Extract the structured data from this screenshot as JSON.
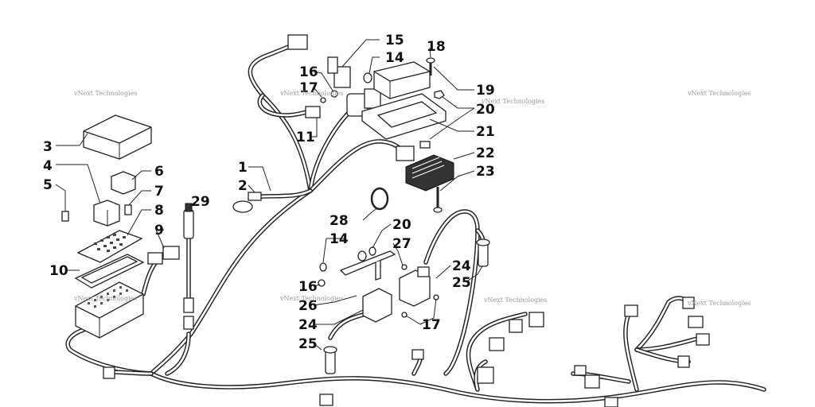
{
  "watermark": "vNext Technologies",
  "callouts": [
    {
      "id": "1",
      "text": "1"
    },
    {
      "id": "2",
      "text": "2"
    },
    {
      "id": "3",
      "text": "3"
    },
    {
      "id": "4",
      "text": "4"
    },
    {
      "id": "5",
      "text": "5"
    },
    {
      "id": "6",
      "text": "6"
    },
    {
      "id": "7",
      "text": "7"
    },
    {
      "id": "8",
      "text": "8"
    },
    {
      "id": "9",
      "text": "9"
    },
    {
      "id": "10",
      "text": "10"
    },
    {
      "id": "11",
      "text": "11"
    },
    {
      "id": "14a",
      "text": "14"
    },
    {
      "id": "14b",
      "text": "14"
    },
    {
      "id": "15",
      "text": "15"
    },
    {
      "id": "16a",
      "text": "16"
    },
    {
      "id": "16b",
      "text": "16"
    },
    {
      "id": "17a",
      "text": "17"
    },
    {
      "id": "17b",
      "text": "17"
    },
    {
      "id": "18",
      "text": "18"
    },
    {
      "id": "19",
      "text": "19"
    },
    {
      "id": "20a",
      "text": "20"
    },
    {
      "id": "20b",
      "text": "20"
    },
    {
      "id": "21",
      "text": "21"
    },
    {
      "id": "22",
      "text": "22"
    },
    {
      "id": "23",
      "text": "23"
    },
    {
      "id": "24a",
      "text": "24"
    },
    {
      "id": "24b",
      "text": "24"
    },
    {
      "id": "25a",
      "text": "25"
    },
    {
      "id": "25b",
      "text": "25"
    },
    {
      "id": "26",
      "text": "26"
    },
    {
      "id": "27",
      "text": "27"
    },
    {
      "id": "28",
      "text": "28"
    },
    {
      "id": "29",
      "text": "29"
    }
  ]
}
